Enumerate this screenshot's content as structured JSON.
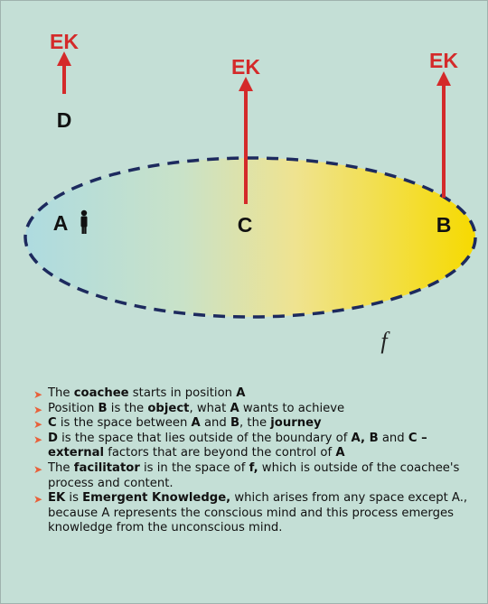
{
  "diagram": {
    "ek_labels": [
      "EK",
      "EK",
      "EK"
    ],
    "label_d": "D",
    "label_a": "A",
    "label_c": "C",
    "label_b": "B",
    "label_f": "f"
  },
  "bullets": [
    [
      {
        "t": "The "
      },
      {
        "t": "coachee",
        "b": true
      },
      {
        "t": " starts in position "
      },
      {
        "t": "A",
        "b": true
      }
    ],
    [
      {
        "t": "Position "
      },
      {
        "t": "B",
        "b": true
      },
      {
        "t": " is the "
      },
      {
        "t": "object",
        "b": true
      },
      {
        "t": ", what "
      },
      {
        "t": "A",
        "b": true
      },
      {
        "t": " wants to achieve"
      }
    ],
    [
      {
        "t": "C",
        "b": true
      },
      {
        "t": " is the space between "
      },
      {
        "t": "A",
        "b": true
      },
      {
        "t": " and "
      },
      {
        "t": "B",
        "b": true
      },
      {
        "t": ", the "
      },
      {
        "t": "journey",
        "b": true
      }
    ],
    [
      {
        "t": "D",
        "b": true
      },
      {
        "t": " is the space that lies outside of the boundary of "
      },
      {
        "t": "A, B",
        "b": true
      },
      {
        "t": " and "
      },
      {
        "t": "C – external",
        "b": true
      },
      {
        "t": " factors that are beyond the control of "
      },
      {
        "t": "A",
        "b": true
      }
    ],
    [
      {
        "t": "The "
      },
      {
        "t": "facilitator",
        "b": true
      },
      {
        "t": " is in the space of "
      },
      {
        "t": "f,",
        "b": true
      },
      {
        "t": " which is outside of the coachee's process and content."
      }
    ],
    [
      {
        "t": "EK",
        "b": true
      },
      {
        "t": " is "
      },
      {
        "t": "Emergent Knowledge,",
        "b": true
      },
      {
        "t": " which arises from any space except A., because A represents the conscious mind and this process emerges knowledge from the unconscious mind."
      }
    ]
  ],
  "colors": {
    "background": "#c4dfd6",
    "arrow": "#d42a2a",
    "ek_text": "#d42a2a",
    "ellipse_border": "#1d2a5e",
    "ellipse_left": "#aedbe0",
    "ellipse_right": "#f4dc10",
    "bullet_marker": "#e8603a"
  },
  "icons": {
    "person": "person-icon",
    "bullet": "arrow-bullet-icon"
  }
}
